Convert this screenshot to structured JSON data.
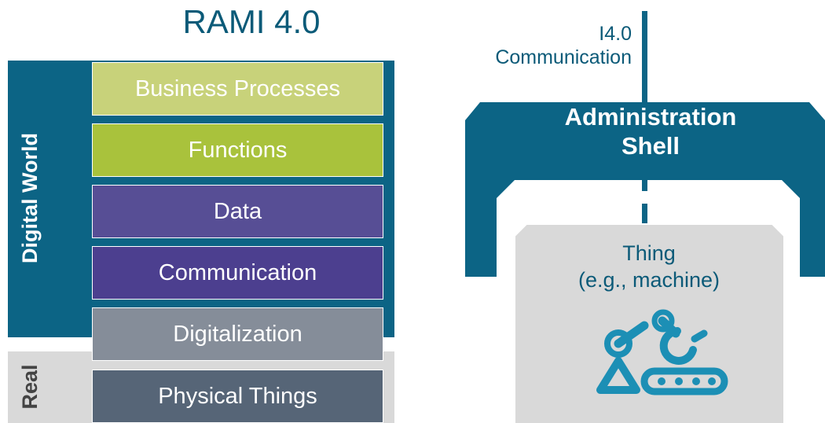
{
  "rami": {
    "title": "RAMI 4.0",
    "digital_world_label": "Digital World",
    "real_label": "Real",
    "layers": [
      "Business Processes",
      "Functions",
      "Data",
      "Communication",
      "Digitalization",
      "Physical Things"
    ]
  },
  "shell": {
    "i40_line1": "I4.0",
    "i40_line2": "Communication",
    "title_line1": "Administration",
    "title_line2": "Shell",
    "thing_line1": "Thing",
    "thing_line2": "(e.g., machine)",
    "icon": "robot-arm-conveyor-icon"
  },
  "colors": {
    "dark_blue": "#0c6485",
    "title_blue": "#0b5a78",
    "business": "#c8d27a",
    "functions": "#a9c23c",
    "data": "#574e95",
    "communication": "#4c3f8f",
    "digitalization": "#858d99",
    "physical": "#566577",
    "real_band": "#d9d9d9",
    "thing_box": "#d9d9d9",
    "machine_icon": "#1c8fb5"
  }
}
